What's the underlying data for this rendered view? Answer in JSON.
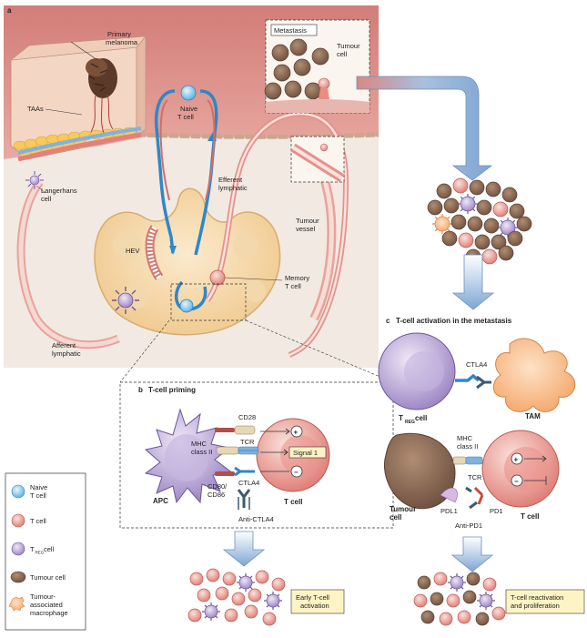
{
  "panel_a": {
    "letter": "a",
    "primary_melanoma": [
      "Primary",
      "melanoma"
    ],
    "taas": "TAAs",
    "langerhans_cell": [
      "Langerhans",
      "cell"
    ],
    "naive_t_cell": [
      "Naive",
      "T cell"
    ],
    "metastasis": "Metastasis",
    "tumour_cell": [
      "Tumour",
      "cell"
    ],
    "efferent_lymphatic": [
      "Efferent",
      "lymphatic"
    ],
    "tumour_vessel": [
      "Tumour",
      "vessel"
    ],
    "hev": "HEV",
    "memory_t_cell": [
      "Memory",
      "T cell"
    ],
    "afferent_lymphatic": [
      "Afferent",
      "lymphatic"
    ]
  },
  "panel_b": {
    "title_letter": "b",
    "title": "T-cell priming",
    "cd28": "CD28",
    "mhc": [
      "MHC",
      "class II"
    ],
    "tcr": "TCR",
    "signal1": "Signal 1",
    "cd80": [
      "CD80/",
      "CD86"
    ],
    "ctla4": "CTLA4",
    "apc": "APC",
    "t_cell": "T cell",
    "anti_ctla4": "Anti-CTLA4",
    "plus": "+",
    "minus": "−",
    "outcome": [
      "Early T-cell",
      "activation"
    ]
  },
  "panel_c": {
    "title_letter": "c",
    "title": "T-cell activation in the metastasis",
    "ctla4": "CTLA4",
    "treg_cell": [
      "T",
      "REG",
      " cell"
    ],
    "tam": "TAM",
    "mhc": [
      "MHC",
      "class II"
    ],
    "tcr": "TCR",
    "tumour_cell": [
      "Tumour",
      "cell"
    ],
    "pdl1": "PDL1",
    "pd1": "PD1",
    "anti_pd1": "Anti-PD1",
    "t_cell": "T cell",
    "plus": "+",
    "minus": "−",
    "outcome": [
      "T-cell reactivation",
      "and proliferation"
    ]
  },
  "legend": {
    "items": [
      {
        "label": [
          "Naive",
          "T cell"
        ],
        "icon": "naive-t-cell-icon",
        "color": "#7ec6ea"
      },
      {
        "label": [
          "T cell"
        ],
        "icon": "t-cell-icon",
        "color": "#e98c84"
      },
      {
        "label": [
          "T",
          "REG",
          " cell"
        ],
        "icon": "treg-cell-icon",
        "color": "#a58fc8"
      },
      {
        "label": [
          "Tumour cell"
        ],
        "icon": "tumour-cell-icon",
        "color": "#8a6a54"
      },
      {
        "label": [
          "Tumour-",
          "associated",
          "macrophage"
        ],
        "icon": "macrophage-icon",
        "color": "#f6b176"
      }
    ]
  },
  "colors": {
    "skin": "#d98883",
    "lymph_node": "#f7dcb1",
    "naive": "#7ec6ea",
    "tcell": "#e98c84",
    "treg": "#a58fc8",
    "tumour": "#8a6a54",
    "tam": "#f6b176",
    "arrow": "#7ea6d4"
  }
}
